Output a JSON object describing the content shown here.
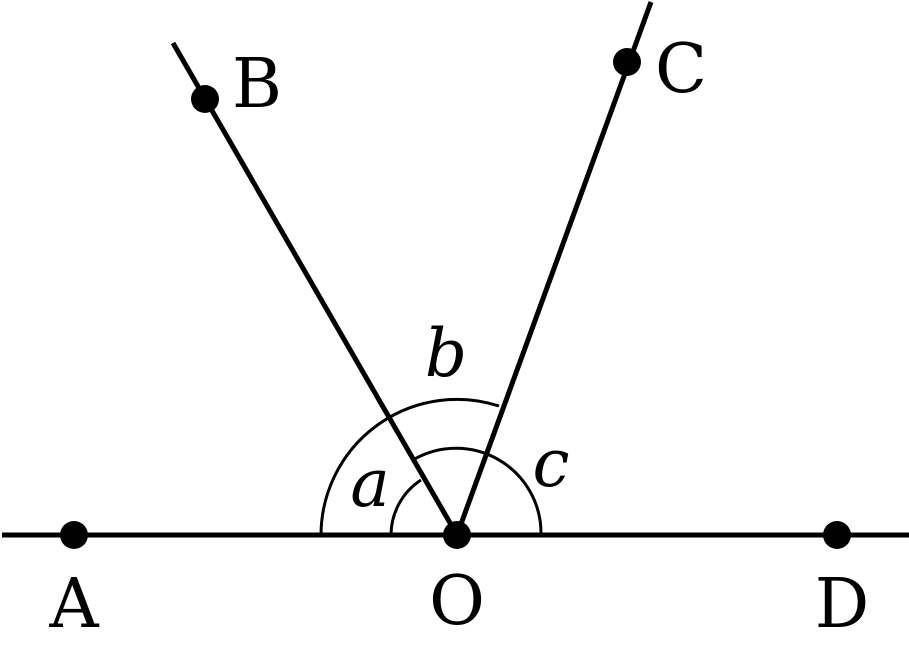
{
  "diagram": {
    "points": {
      "A": "A",
      "B": "B",
      "C": "C",
      "D": "D",
      "O": "O"
    },
    "angles": {
      "a": "a",
      "b": "b",
      "c": "c"
    }
  },
  "colors": {
    "ink": "#000000",
    "background": "#ffffff"
  }
}
